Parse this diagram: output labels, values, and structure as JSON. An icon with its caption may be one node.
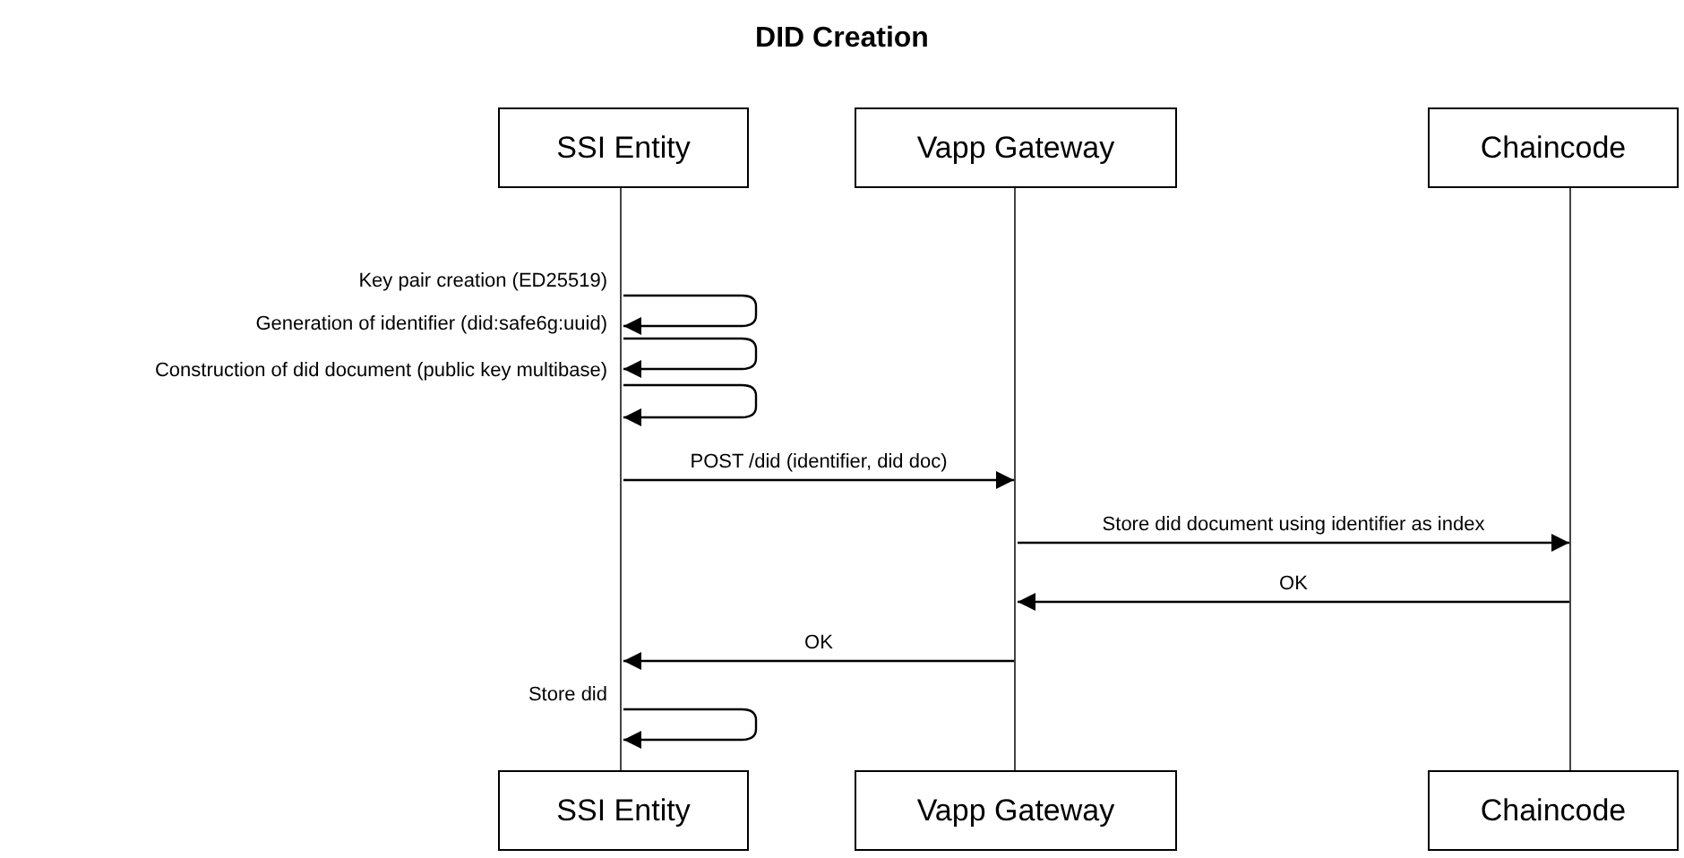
{
  "diagram": {
    "title": "DID Creation",
    "nodes": [
      {
        "text": [
          "SSI Entity"
        ]
      },
      {
        "text": [
          "Vapp Gateway"
        ]
      },
      {
        "text": [
          "Chaincode"
        ]
      },
      {
        "text": [],
        "shape": "bar"
      },
      {
        "text": [],
        "shape": "bar"
      },
      {
        "text": [],
        "shape": "bar"
      },
      {
        "text": [
          "SSI Entity"
        ]
      },
      {
        "text": [
          "Vapp Gateway"
        ]
      },
      {
        "text": [
          "Chaincode"
        ]
      }
    ],
    "edges": [
      {
        "from": 3,
        "to": 3,
        "arrow": "to",
        "label": "Key pair creation (ED25519)"
      },
      {
        "from": 3,
        "to": 3,
        "arrow": "to",
        "label": "Generation of identifier (did:safe6g:uuid)"
      },
      {
        "from": 3,
        "to": 3,
        "arrow": "to",
        "label": "Construction of did document (public key multibase)"
      },
      {
        "from": 3,
        "to": 4,
        "arrow": "to",
        "label": "POST /did (identifier, did doc)"
      },
      {
        "from": 4,
        "to": 5,
        "arrow": "to",
        "label": "Store did document using identifier as index"
      },
      {
        "from": 5,
        "to": 4,
        "arrow": "to",
        "label": "OK"
      },
      {
        "from": 4,
        "to": 3,
        "arrow": "to",
        "label": "OK"
      },
      {
        "from": 3,
        "to": 3,
        "arrow": "to",
        "label": "Store did"
      }
    ]
  }
}
